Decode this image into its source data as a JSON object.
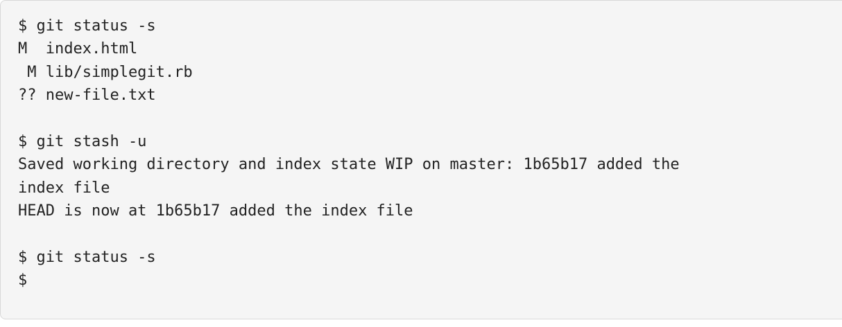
{
  "terminal": {
    "lines": [
      "$ git status -s",
      "M  index.html",
      " M lib/simplegit.rb",
      "?? new-file.txt",
      "",
      "$ git stash -u",
      "Saved working directory and index state WIP on master: 1b65b17 added the",
      "index file",
      "HEAD is now at 1b65b17 added the index file",
      "",
      "$ git status -s",
      "$"
    ]
  },
  "colors": {
    "background": "#f5f5f5",
    "border": "#d8d8d8",
    "text": "#222222"
  }
}
